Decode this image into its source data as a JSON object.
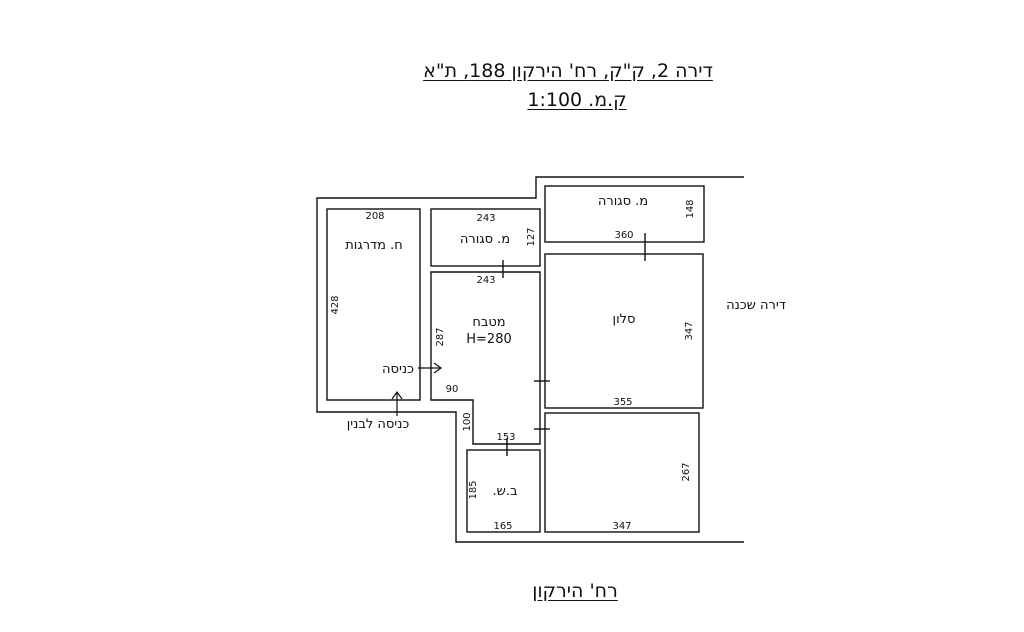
{
  "title": "דירה 2, ק\"ק, רח' הירקון 188, ת\"א",
  "scale": "ק.מ. 1:100",
  "street": "רח' הירקון",
  "neighbor": "דירה שכנה",
  "entrance_building": "כניסה לבנין",
  "rooms": {
    "stairwell": {
      "name": "ח. מדרגות",
      "width": "208",
      "length": "428"
    },
    "closed_balcony_small": {
      "name": "מ. סגורה",
      "width": "243",
      "depth": "127"
    },
    "closed_balcony_large": {
      "name": "מ. סגורה",
      "width": "360",
      "depth": "148"
    },
    "kitchen": {
      "name": "מטבח",
      "height_note": "H=280",
      "width": "243",
      "depth": "287",
      "step_a": "90",
      "step_b": "100",
      "bottom": "153"
    },
    "living": {
      "name": "סלון",
      "width": "355",
      "depth": "347"
    },
    "bathroom": {
      "name": "ב.ש.",
      "width": "165",
      "depth": "185"
    },
    "bedroom": {
      "width": "347",
      "depth": "267"
    }
  },
  "entrance": "כניסה"
}
